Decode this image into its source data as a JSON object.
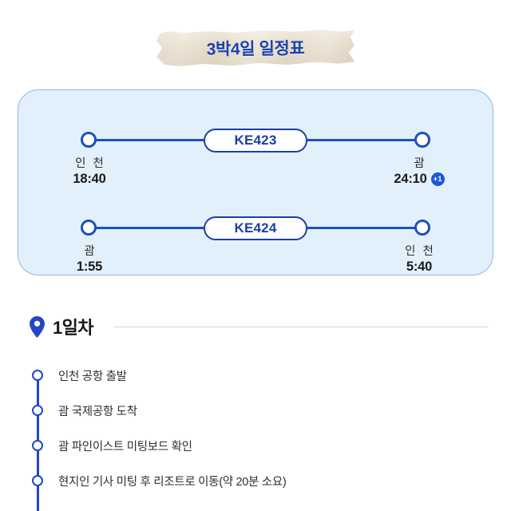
{
  "header": {
    "title": "3박4일 일정표"
  },
  "flight_card": {
    "flights": [
      {
        "flight_no": "KE423",
        "departure": {
          "city": "인 천",
          "time": "18:40",
          "day_offset": ""
        },
        "arrival": {
          "city": "괌",
          "time": "24:10",
          "day_offset": "+1"
        }
      },
      {
        "flight_no": "KE424",
        "departure": {
          "city": "괌",
          "time": "1:55",
          "day_offset": ""
        },
        "arrival": {
          "city": "인 천",
          "time": "5:40",
          "day_offset": ""
        }
      }
    ]
  },
  "day_section": {
    "pin_icon": "location-pin-icon",
    "label": "1일차",
    "items": [
      "인천 공항 출발",
      "괌 국제공항 도착",
      "괌 파인이스트 미팅보드 확인",
      "현지인 기사 미팅 후  리조트로 이동(약 20분 소요)"
    ]
  },
  "colors": {
    "accent_blue": "#1f4fbf",
    "card_background": "#e2f0fb",
    "card_border": "#8fb8e8",
    "badge_blue": "#1a56d6",
    "tape_beige": "#e7dcc9",
    "title_blue": "#1b43b0"
  }
}
